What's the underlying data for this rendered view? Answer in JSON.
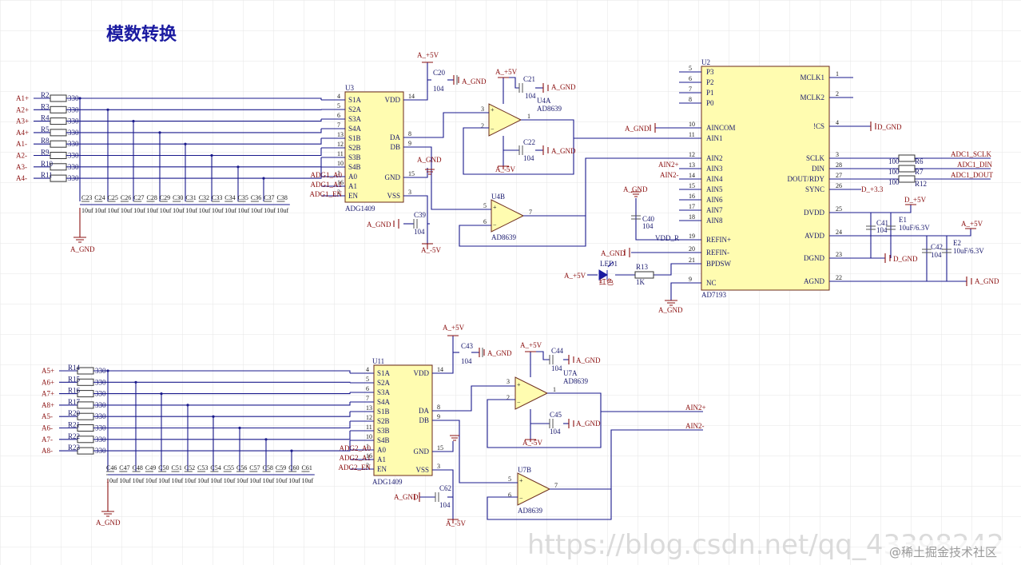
{
  "title": "模数转换",
  "watermark": "https://blog.csdn.net/qq_43398242",
  "watermark_badge": "@稀土掘金技术社区",
  "colors": {
    "wire": "#1a1a8c",
    "power": "#8b1010",
    "chip": "#fffcb0",
    "grid": "#e6e6e6"
  },
  "u3": {
    "ref": "U3",
    "part": "ADG1409",
    "left_pins": [
      [
        "4",
        "S1A"
      ],
      [
        "5",
        "S2A"
      ],
      [
        "6",
        "S3A"
      ],
      [
        "7",
        "S4A"
      ],
      [
        "13",
        "S1B"
      ],
      [
        "12",
        "S2B"
      ],
      [
        "11",
        "S3B"
      ],
      [
        "10",
        "S4B"
      ],
      [
        "1",
        "A0"
      ],
      [
        "16",
        "A1"
      ],
      [
        "2",
        "EN"
      ]
    ],
    "right_pins": [
      [
        "14",
        "VDD"
      ],
      [
        "8",
        "DA"
      ],
      [
        "9",
        "DB"
      ],
      [
        "15",
        "GND"
      ],
      [
        "3",
        "VSS"
      ]
    ],
    "ctl_nets": [
      "ADG1_A0",
      "ADG1_A1",
      "ADG1_EN"
    ]
  },
  "u11": {
    "ref": "U11",
    "part": "ADG1409",
    "left_pins": [
      [
        "4",
        "S1A"
      ],
      [
        "5",
        "S2A"
      ],
      [
        "6",
        "S3A"
      ],
      [
        "7",
        "S4A"
      ],
      [
        "13",
        "S1B"
      ],
      [
        "12",
        "S2B"
      ],
      [
        "11",
        "S3B"
      ],
      [
        "10",
        "S4B"
      ],
      [
        "1",
        "A0"
      ],
      [
        "16",
        "A1"
      ],
      [
        "2",
        "EN"
      ]
    ],
    "right_pins": [
      [
        "14",
        "VDD"
      ],
      [
        "8",
        "DA"
      ],
      [
        "9",
        "DB"
      ],
      [
        "15",
        "GND"
      ],
      [
        "3",
        "VSS"
      ]
    ],
    "ctl_nets": [
      "ADG2_A0",
      "ADG2_A1",
      "ADG2_EN"
    ]
  },
  "top_inputs": [
    [
      "A1+",
      "R2"
    ],
    [
      "A2+",
      "R3"
    ],
    [
      "A3+",
      "R4"
    ],
    [
      "A4+",
      "R5"
    ],
    [
      "A1-",
      "R8"
    ],
    [
      "A2-",
      "R9"
    ],
    [
      "A3-",
      "R10"
    ],
    [
      "A4-",
      "R11"
    ]
  ],
  "bot_inputs": [
    [
      "A5+",
      "R14"
    ],
    [
      "A6+",
      "R15"
    ],
    [
      "A7+",
      "R16"
    ],
    [
      "A8+",
      "R17"
    ],
    [
      "A5-",
      "R20"
    ],
    [
      "A6-",
      "R21"
    ],
    [
      "A7-",
      "R22"
    ],
    [
      "A8-",
      "R23"
    ]
  ],
  "res_value": "330",
  "top_caps": [
    "C23",
    "C24",
    "C25",
    "C26",
    "C27",
    "C28",
    "C29",
    "C30",
    "C31",
    "C32",
    "C33",
    "C34",
    "C35",
    "C36",
    "C37",
    "C38"
  ],
  "bot_caps": [
    "C46",
    "C47",
    "C48",
    "C49",
    "C50",
    "C51",
    "C52",
    "C53",
    "C54",
    "C55",
    "C56",
    "C57",
    "C58",
    "C59",
    "C60",
    "C61"
  ],
  "cap_value": "10uf",
  "u2": {
    "ref": "U2",
    "part": "AD7193",
    "left_pins": [
      [
        "5",
        "P3"
      ],
      [
        "6",
        "P2"
      ],
      [
        "7",
        "P1"
      ],
      [
        "8",
        "P0"
      ],
      [
        "10",
        "AINCOM"
      ],
      [
        "11",
        "AIN1"
      ],
      [
        "12",
        "AIN2"
      ],
      [
        "13",
        "AIN3"
      ],
      [
        "14",
        "AIN4"
      ],
      [
        "15",
        "AIN5"
      ],
      [
        "16",
        "AIN6"
      ],
      [
        "17",
        "AIN7"
      ],
      [
        "18",
        "AIN8"
      ],
      [
        "19",
        "REFIN+"
      ],
      [
        "20",
        "REFIN-"
      ],
      [
        "21",
        "BPDSW"
      ],
      [
        "9",
        "NC"
      ]
    ],
    "right_pins": [
      [
        "1",
        "MCLK1"
      ],
      [
        "2",
        "MCLK2"
      ],
      [
        "4",
        "!CS"
      ],
      [
        "3",
        "SCLK"
      ],
      [
        "28",
        "DIN"
      ],
      [
        "27",
        "DOUT/RDY"
      ],
      [
        "26",
        "SYNC"
      ],
      [
        "25",
        "DVDD"
      ],
      [
        "24",
        "AVDD"
      ],
      [
        "23",
        "DGND"
      ],
      [
        "22",
        "AGND"
      ]
    ]
  },
  "nets": {
    "a5v": "A_+5V",
    "am5v": "A_-5V",
    "agnd": "A_GND",
    "dgnd": "D_GND",
    "d33": "D_+3.3",
    "d5v": "D_+5V",
    "vddr": "VDD_R",
    "ain2p": "AIN2+",
    "ain2m": "AIN2-",
    "sclk": "ADC1_SCLK",
    "din": "ADC1_DIN",
    "dout": "ADC1_DOUT",
    "plus5": "A_+5V"
  },
  "parts": {
    "c20": "C20",
    "c21": "C21",
    "c22": "C22",
    "c39": "C39",
    "c40": "C40",
    "c41": "C41",
    "c42": "C42",
    "c43": "C43",
    "c44": "C44",
    "c45": "C45",
    "c62": "C62",
    "v104": "104",
    "e1": "E1",
    "e2": "E2",
    "ecap": "10uF/6.3V",
    "u4a": "U4A",
    "u4b": "U4B",
    "u7a": "U7A",
    "u7b": "U7B",
    "op": "AD8639",
    "r6": "R6",
    "r7": "R7",
    "r12": "R12",
    "v100": "100",
    "led": "LED1",
    "led_color": "红色",
    "r13": "R13",
    "v1k": "1K"
  }
}
